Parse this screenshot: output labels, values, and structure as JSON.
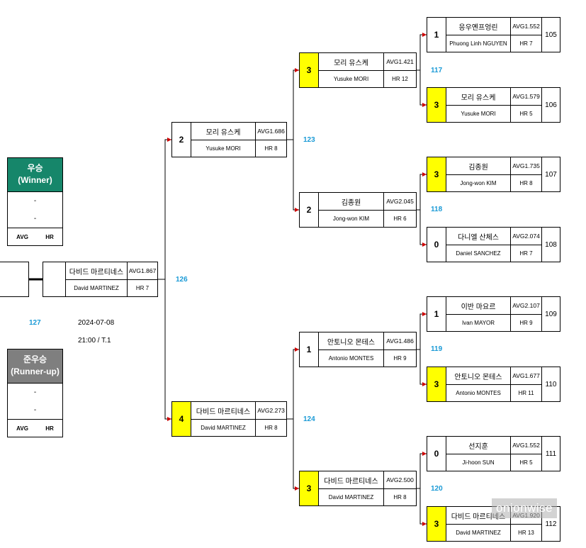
{
  "podium": {
    "winner": {
      "title_ko": "우승",
      "title_en": "(Winner)",
      "line1": "-",
      "line2": "-",
      "avg_label": "AVG",
      "hr_label": "HR",
      "color": "#16866a"
    },
    "runner_up": {
      "title_ko": "준우승",
      "title_en": "(Runner-up)",
      "line1": "-",
      "line2": "-",
      "avg_label": "AVG",
      "hr_label": "HR",
      "color": "#7f7f7f"
    }
  },
  "final": {
    "game_no": "127",
    "date": "2024-07-08",
    "time": "21:00 / T.1"
  },
  "colors": {
    "winner_score": "#ffff00",
    "game_label": "#1a9ad6"
  },
  "round16": [
    {
      "score": "1",
      "name_ko": "응우옌프엉린",
      "avg": "AVG1.552",
      "name_en": "Phuong Linh NGUYEN",
      "hr": "HR 7",
      "game": "105",
      "win": false
    },
    {
      "score": "3",
      "name_ko": "모리 유스케",
      "avg": "AVG1.579",
      "name_en": "Yusuke MORI",
      "hr": "HR 5",
      "game": "106",
      "win": true
    },
    {
      "score": "3",
      "name_ko": "김종원",
      "avg": "AVG1.735",
      "name_en": "Jong-won KIM",
      "hr": "HR 8",
      "game": "107",
      "win": true
    },
    {
      "score": "0",
      "name_ko": "다니엘 산체스",
      "avg": "AVG2.074",
      "name_en": "Daniel SANCHEZ",
      "hr": "HR 7",
      "game": "108",
      "win": false
    },
    {
      "score": "1",
      "name_ko": "이반 마요르",
      "avg": "AVG2.107",
      "name_en": "Ivan MAYOR",
      "hr": "HR 9",
      "game": "109",
      "win": false
    },
    {
      "score": "3",
      "name_ko": "안토니오 몬테스",
      "avg": "AVG1.677",
      "name_en": "Antonio MONTES",
      "hr": "HR 11",
      "game": "110",
      "win": true
    },
    {
      "score": "0",
      "name_ko": "선지훈",
      "avg": "AVG1.552",
      "name_en": "Ji-hoon SUN",
      "hr": "HR 5",
      "game": "111",
      "win": false
    },
    {
      "score": "3",
      "name_ko": "다비드 마르티네스",
      "avg": "AVG1.920",
      "name_en": "David MARTINEZ",
      "hr": "HR 13",
      "game": "112",
      "win": true
    }
  ],
  "quarterfinals": {
    "game_labels": [
      "117",
      "118",
      "119",
      "120"
    ],
    "players": [
      {
        "score": "3",
        "name_ko": "모리 유스케",
        "avg": "AVG1.421",
        "name_en": "Yusuke MORI",
        "hr": "HR 12",
        "win": true
      },
      {
        "score": "2",
        "name_ko": "김종원",
        "avg": "AVG2.045",
        "name_en": "Jong-won KIM",
        "hr": "HR 6",
        "win": false
      },
      {
        "score": "1",
        "name_ko": "안토니오 몬테스",
        "avg": "AVG1.486",
        "name_en": "Antonio MONTES",
        "hr": "HR 9",
        "win": false
      },
      {
        "score": "3",
        "name_ko": "다비드 마르티네스",
        "avg": "AVG2.500",
        "name_en": "David MARTINEZ",
        "hr": "HR 8",
        "win": true
      }
    ]
  },
  "semifinals": {
    "game_labels": [
      "123",
      "124"
    ],
    "players": [
      {
        "score": "2",
        "name_ko": "모리 유스케",
        "avg": "AVG1.686",
        "name_en": "Yusuke MORI",
        "hr": "HR 8",
        "win": false
      },
      {
        "score": "4",
        "name_ko": "다비드 마르티네스",
        "avg": "AVG2.273",
        "name_en": "David MARTINEZ",
        "hr": "HR 8",
        "win": true
      }
    ]
  },
  "finalist": {
    "game_label": "126",
    "name_ko": "다비드 마르티네스",
    "avg": "AVG1.867",
    "name_en": "David MARTINEZ",
    "hr": "HR 7"
  },
  "watermark": "onionwise"
}
